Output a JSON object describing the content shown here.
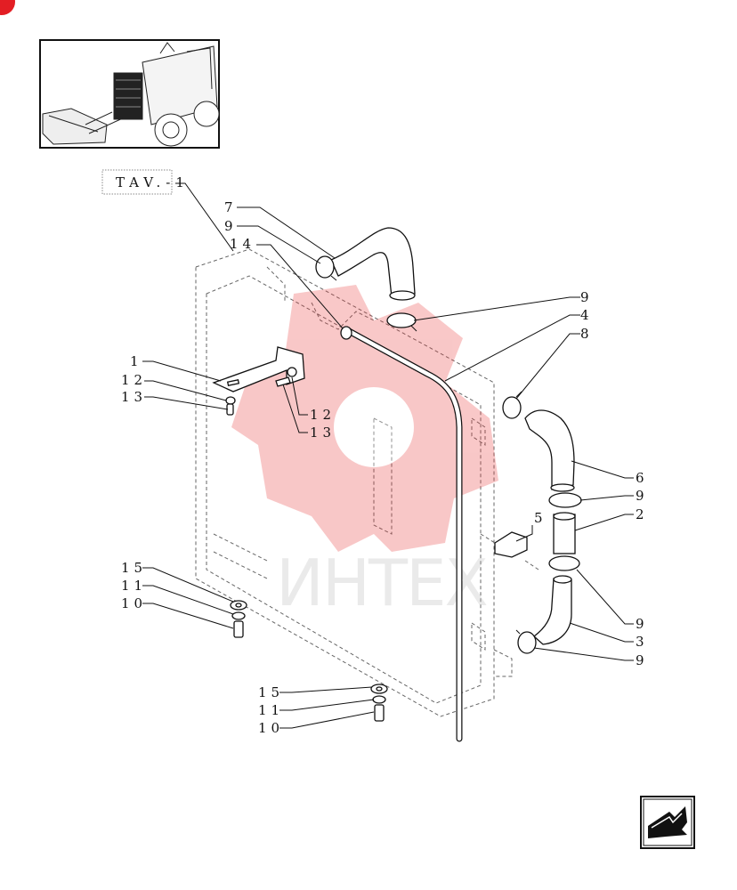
{
  "page_ref": {
    "text": "TAV.-1"
  },
  "watermark": {
    "text": "ИНТЕХ",
    "color": "#e83a3a"
  },
  "brand_color": "#e31e24",
  "labels": [
    {
      "id": "lbl-7",
      "text": "7"
    },
    {
      "id": "lbl-9a",
      "text": "9"
    },
    {
      "id": "lbl-14",
      "text": "14"
    },
    {
      "id": "lbl-9b",
      "text": "9"
    },
    {
      "id": "lbl-4",
      "text": "4"
    },
    {
      "id": "lbl-8",
      "text": "8"
    },
    {
      "id": "lbl-1",
      "text": "1"
    },
    {
      "id": "lbl-12a",
      "text": "12"
    },
    {
      "id": "lbl-13a",
      "text": "13"
    },
    {
      "id": "lbl-12b",
      "text": "12"
    },
    {
      "id": "lbl-13b",
      "text": "13"
    },
    {
      "id": "lbl-6",
      "text": "6"
    },
    {
      "id": "lbl-9c",
      "text": "9"
    },
    {
      "id": "lbl-5",
      "text": "5"
    },
    {
      "id": "lbl-2",
      "text": "2"
    },
    {
      "id": "lbl-15a",
      "text": "15"
    },
    {
      "id": "lbl-11a",
      "text": "11"
    },
    {
      "id": "lbl-10a",
      "text": "10"
    },
    {
      "id": "lbl-9d",
      "text": "9"
    },
    {
      "id": "lbl-3",
      "text": "3"
    },
    {
      "id": "lbl-9e",
      "text": "9"
    },
    {
      "id": "lbl-15b",
      "text": "15"
    },
    {
      "id": "lbl-11b",
      "text": "11"
    },
    {
      "id": "lbl-10b",
      "text": "10"
    }
  ],
  "icons": {
    "corner_badge": "brand-badge-icon",
    "thumbnail": "machine-thumbnail-icon",
    "nav": "next-page-arrow-icon"
  }
}
